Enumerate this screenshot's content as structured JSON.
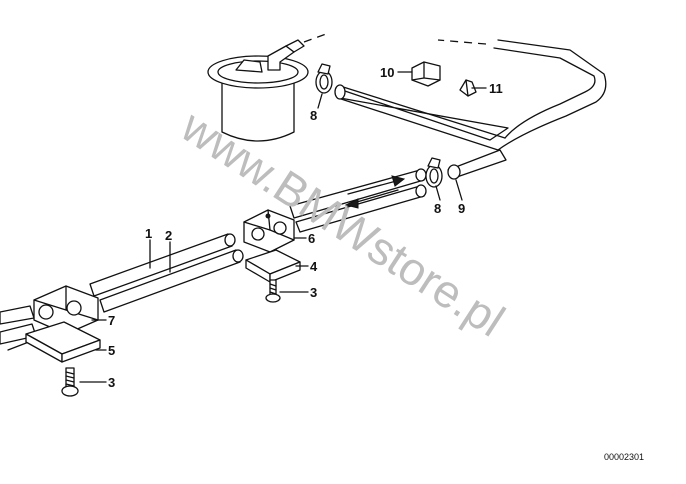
{
  "diagram": {
    "watermark": "www.BMWstore.pl",
    "reference_number": "00002301",
    "callouts": {
      "c1": "1",
      "c2": "2",
      "c3a": "3",
      "c3b": "3",
      "c4": "4",
      "c5": "5",
      "c6": "6",
      "c7": "7",
      "c8a": "8",
      "c8b": "8",
      "c9": "9",
      "c10": "10",
      "c11": "11"
    },
    "colors": {
      "line": "#111111",
      "watermark": "#bdbdbd",
      "background": "#ffffff"
    }
  }
}
